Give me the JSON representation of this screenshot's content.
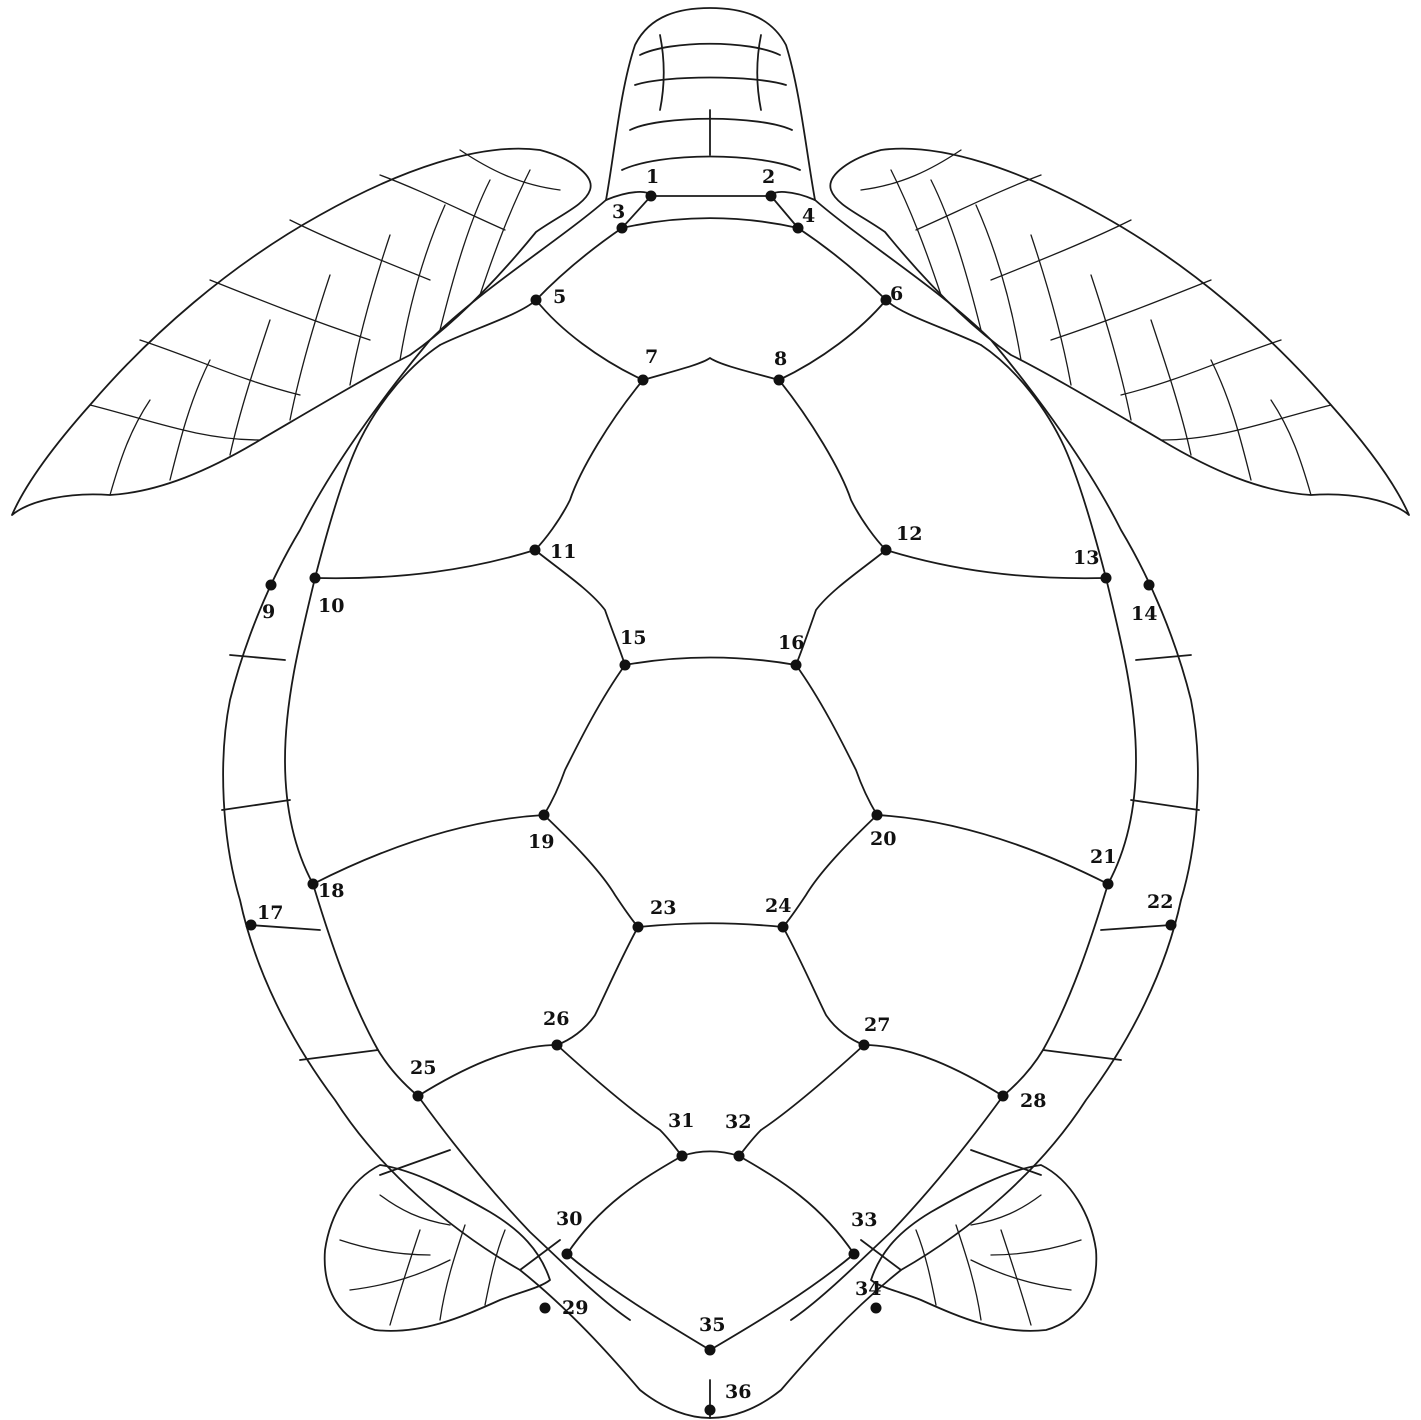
{
  "landmarks": [
    {
      "id": 1,
      "label": "1"
    },
    {
      "id": 2,
      "label": "2"
    },
    {
      "id": 3,
      "label": "3"
    },
    {
      "id": 4,
      "label": "4"
    },
    {
      "id": 5,
      "label": "5"
    },
    {
      "id": 6,
      "label": "6"
    },
    {
      "id": 7,
      "label": "7"
    },
    {
      "id": 8,
      "label": "8"
    },
    {
      "id": 9,
      "label": "9"
    },
    {
      "id": 10,
      "label": "10"
    },
    {
      "id": 11,
      "label": "11"
    },
    {
      "id": 12,
      "label": "12"
    },
    {
      "id": 13,
      "label": "13"
    },
    {
      "id": 14,
      "label": "14"
    },
    {
      "id": 15,
      "label": "15"
    },
    {
      "id": 16,
      "label": "16"
    },
    {
      "id": 17,
      "label": "17"
    },
    {
      "id": 18,
      "label": "18"
    },
    {
      "id": 19,
      "label": "19"
    },
    {
      "id": 20,
      "label": "20"
    },
    {
      "id": 21,
      "label": "21"
    },
    {
      "id": 22,
      "label": "22"
    },
    {
      "id": 23,
      "label": "23"
    },
    {
      "id": 24,
      "label": "24"
    },
    {
      "id": 25,
      "label": "25"
    },
    {
      "id": 26,
      "label": "26"
    },
    {
      "id": 27,
      "label": "27"
    },
    {
      "id": 28,
      "label": "28"
    },
    {
      "id": 29,
      "label": "29"
    },
    {
      "id": 30,
      "label": "30"
    },
    {
      "id": 31,
      "label": "31"
    },
    {
      "id": 32,
      "label": "32"
    },
    {
      "id": 33,
      "label": "33"
    },
    {
      "id": 34,
      "label": "34"
    },
    {
      "id": 35,
      "label": "35"
    },
    {
      "id": 36,
      "label": "36"
    }
  ],
  "colors": {
    "line": "#1a1a1a",
    "dot": "#111111",
    "background": "#ffffff"
  }
}
